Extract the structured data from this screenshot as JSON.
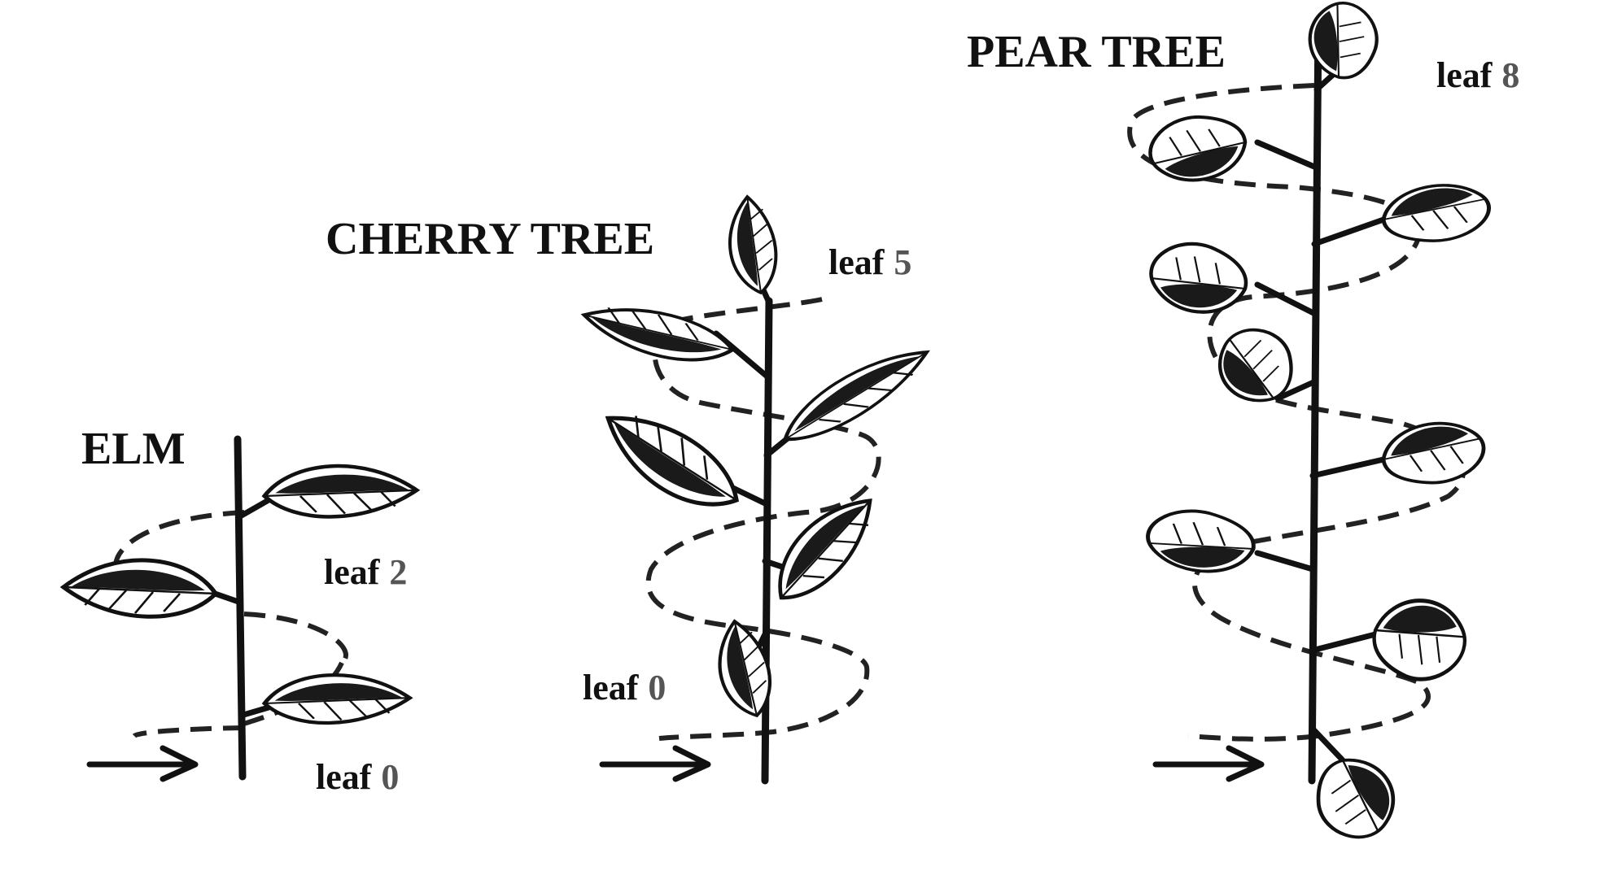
{
  "diagram": {
    "plants": [
      {
        "id": "elm",
        "title": "ELM",
        "labels": [
          {
            "word": "leaf",
            "num": "2"
          },
          {
            "word": "leaf",
            "num": "0"
          }
        ]
      },
      {
        "id": "cherry",
        "title": "CHERRY TREE",
        "labels": [
          {
            "word": "leaf",
            "num": "5"
          },
          {
            "word": "leaf",
            "num": "0"
          }
        ]
      },
      {
        "id": "pear",
        "title": "PEAR TREE",
        "labels": [
          {
            "word": "leaf",
            "num": "8"
          }
        ]
      }
    ]
  }
}
